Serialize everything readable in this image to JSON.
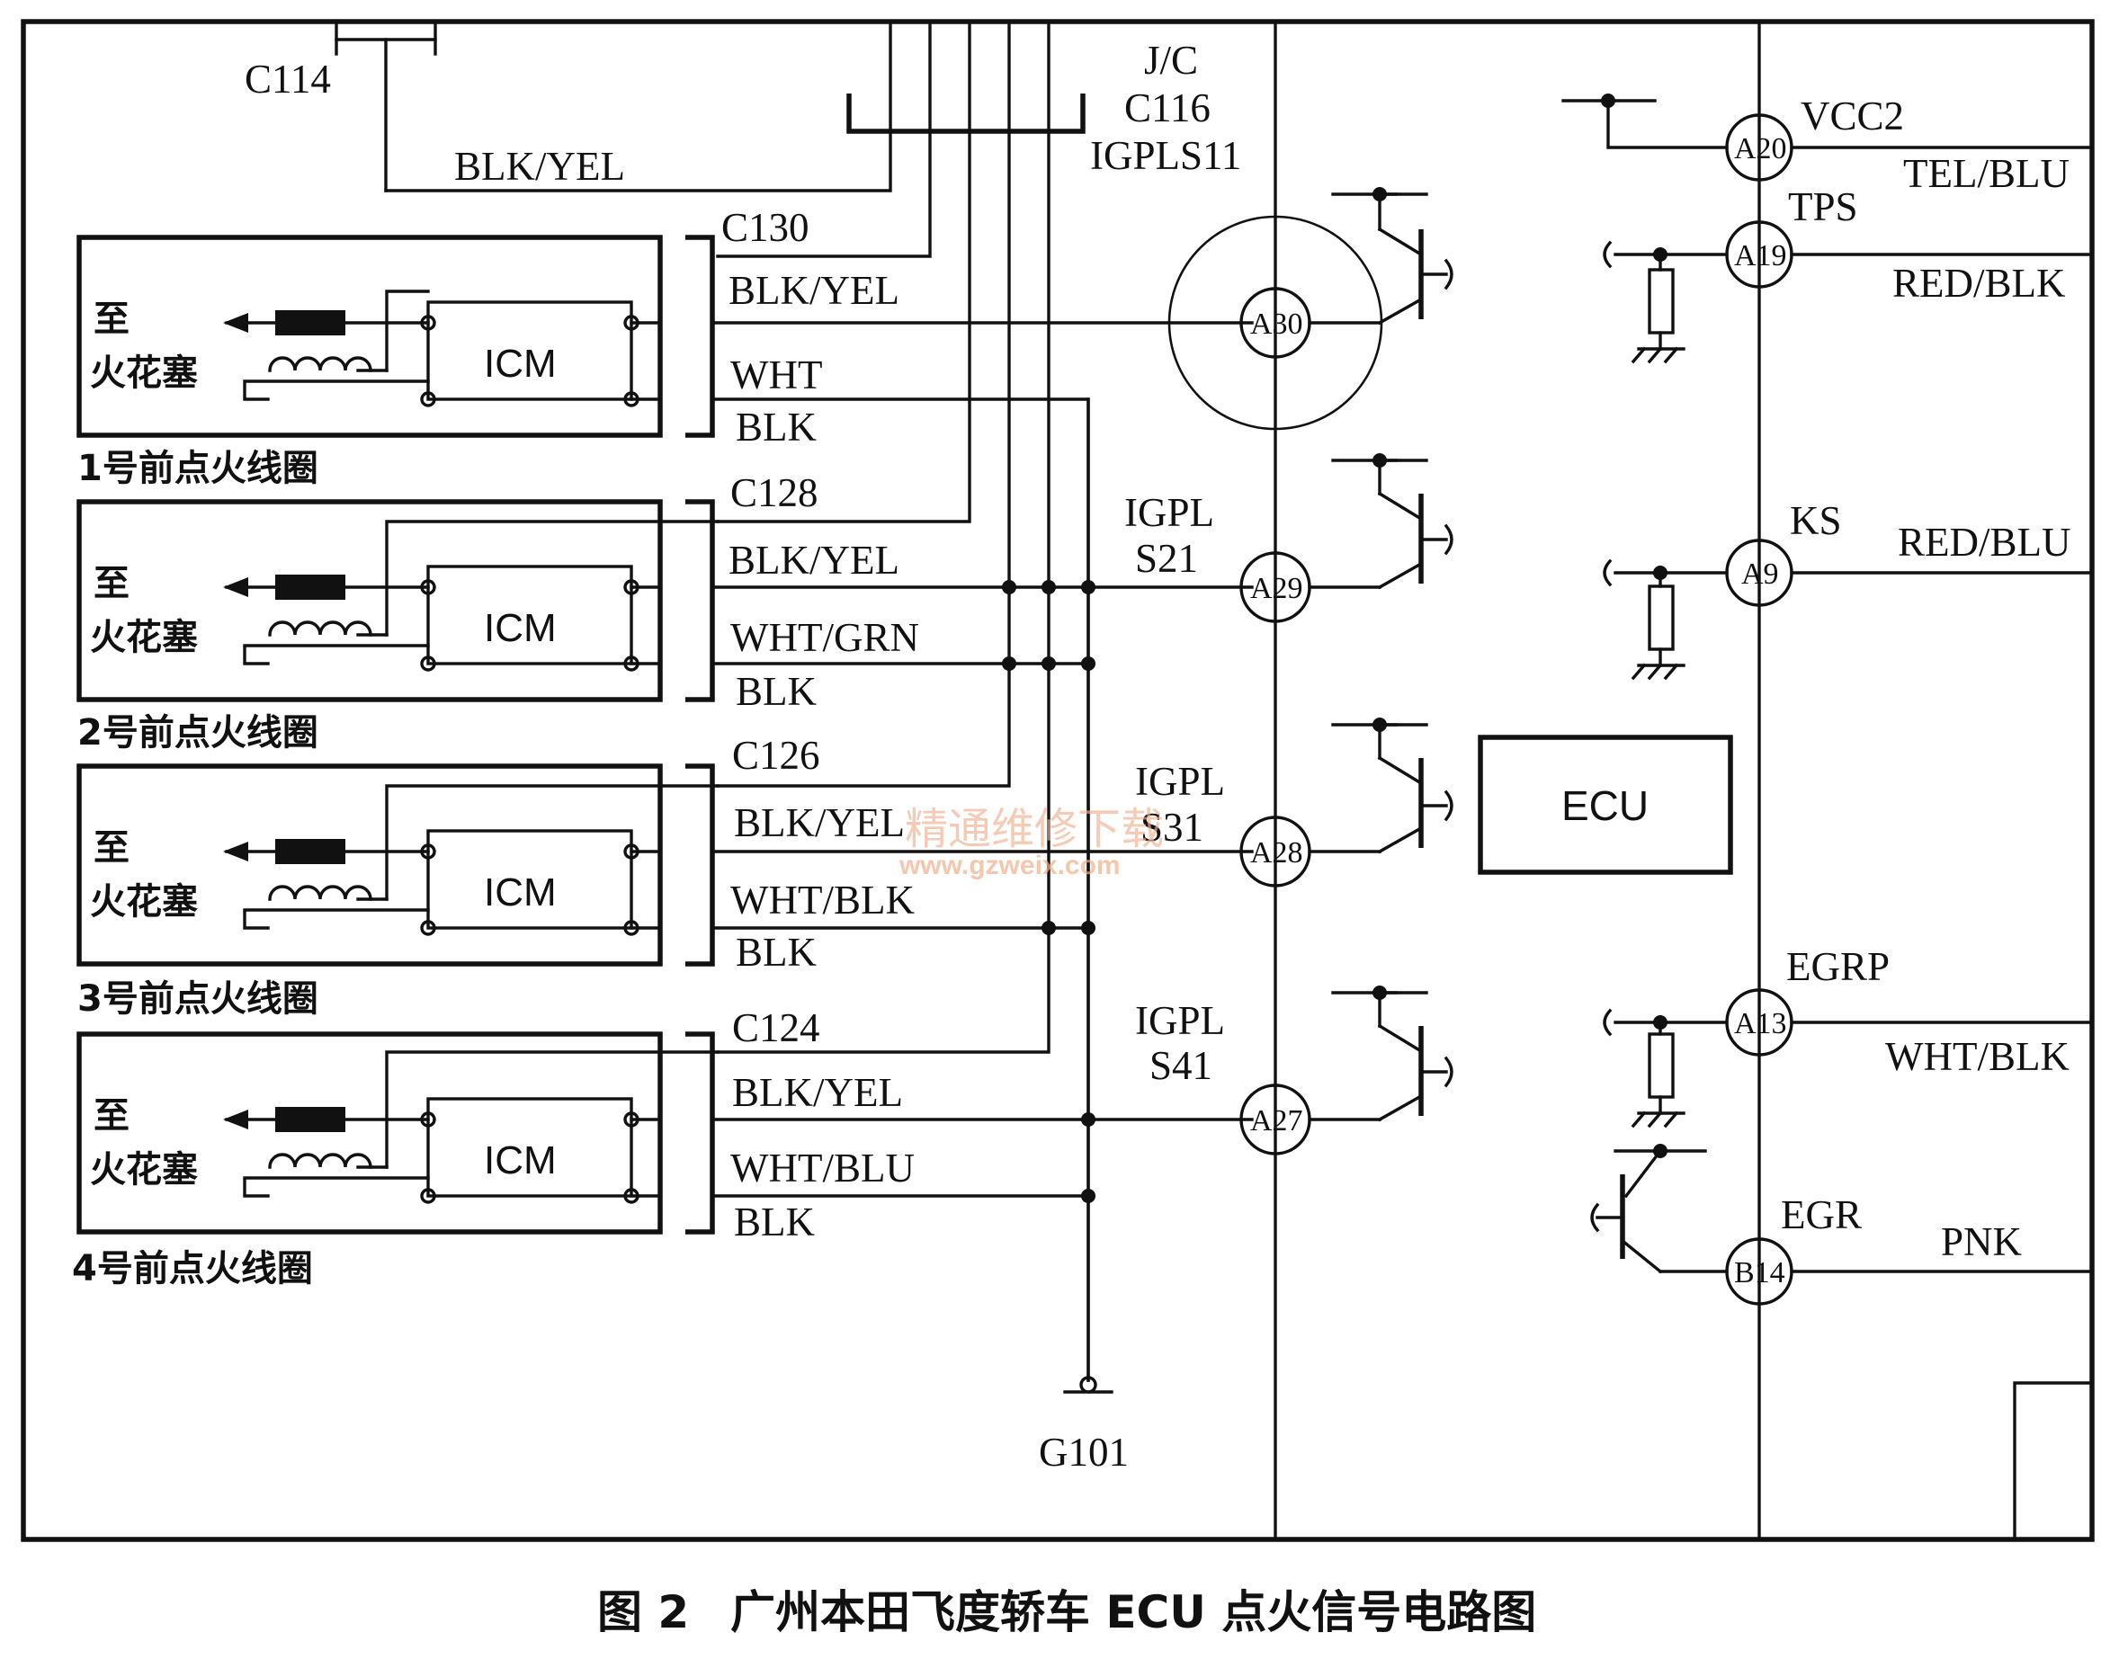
{
  "connectors": {
    "c114": "C114",
    "jc_line1": "J/C",
    "jc_line2": "C116",
    "jc_line3": "IGPLS11",
    "c130": "C130",
    "c128": "C128",
    "c126": "C126",
    "c124": "C124",
    "ground": "G101"
  },
  "wires": {
    "top_blk_yel": "BLK/YEL",
    "coil1": [
      "BLK/YEL",
      "WHT",
      "BLK"
    ],
    "coil2": [
      "BLK/YEL",
      "WHT/GRN",
      "BLK"
    ],
    "coil3": [
      "BLK/YEL",
      "WHT/BLK",
      "BLK"
    ],
    "coil4": [
      "BLK/YEL",
      "WHT/BLU",
      "BLK"
    ]
  },
  "coils": [
    {
      "to_line1": "至",
      "to_line2": "火花塞",
      "module": "ICM",
      "caption": "1号前点火线圈"
    },
    {
      "to_line1": "至",
      "to_line2": "火花塞",
      "module": "ICM",
      "caption": "2号前点火线圈"
    },
    {
      "to_line1": "至",
      "to_line2": "火花塞",
      "module": "ICM",
      "caption": "3号前点火线圈"
    },
    {
      "to_line1": "至",
      "to_line2": "火花塞",
      "module": "ICM",
      "caption": "4号前点火线圈"
    }
  ],
  "ecu_signals": {
    "igpl_s21_l1": "IGPL",
    "igpl_s21_l2": "S21",
    "igpl_s31_l1": "IGPL",
    "igpl_s31_l2": "S31",
    "igpl_s41_l1": "IGPL",
    "igpl_s41_l2": "S41"
  },
  "ecu_pins": {
    "a30": "A30",
    "a29": "A29",
    "a28": "A28",
    "a27": "A27",
    "a20": "A20",
    "a19": "A19",
    "a9": "A9",
    "a13": "A13",
    "b14": "B14"
  },
  "ecu_box": "ECU",
  "right_signals": {
    "vcc2": "VCC2",
    "vcc2_wire": "TEL/BLU",
    "tps": "TPS",
    "tps_wire": "RED/BLK",
    "ks": "KS",
    "ks_wire": "RED/BLU",
    "egrp": "EGRP",
    "egrp_wire": "WHT/BLK",
    "egr": "EGR",
    "egr_wire": "PNK"
  },
  "watermark": {
    "line1": "精通维修下载",
    "line2": "www.gzweix.com"
  },
  "caption": {
    "figure": "图 2",
    "title": "广州本田飞度轿车 ECU 点火信号电路图"
  }
}
